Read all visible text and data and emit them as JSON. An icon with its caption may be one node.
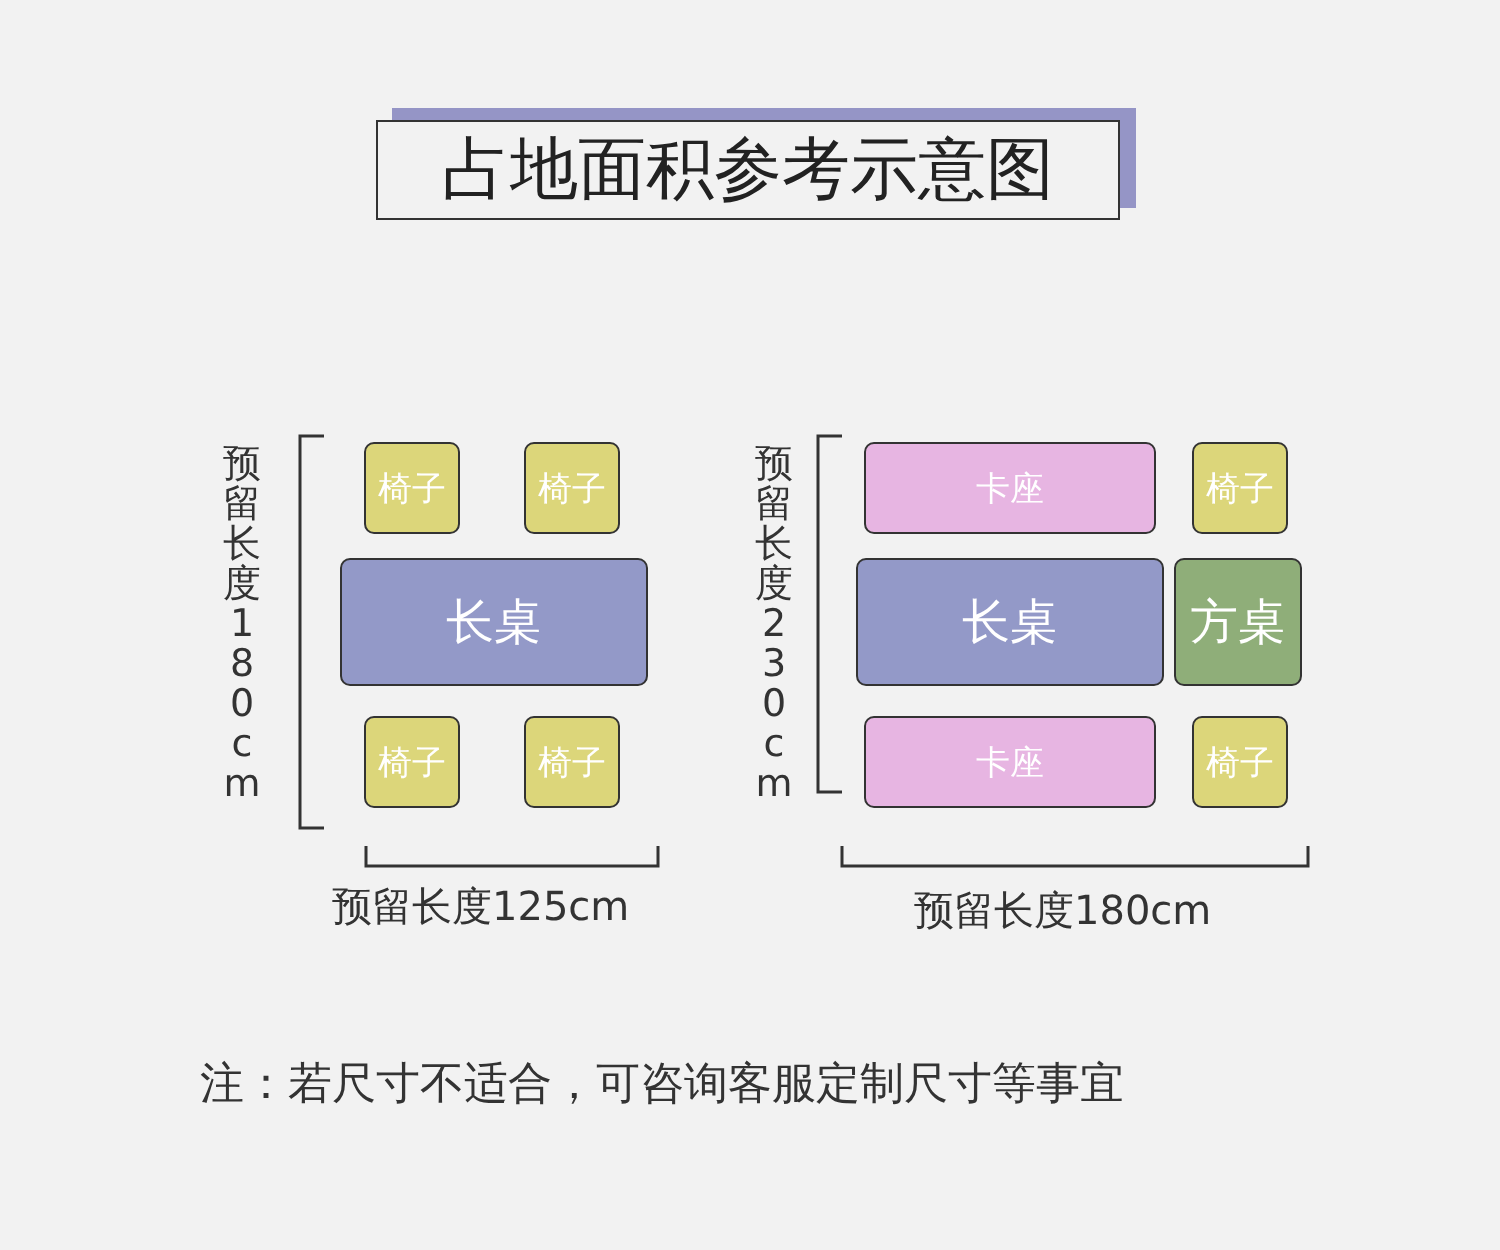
{
  "diagram": {
    "title": "占地面积参考示意图",
    "nodes": [
      {
        "text": [
          "椅子"
        ]
      },
      {
        "text": [
          "椅子"
        ]
      },
      {
        "text": [
          "长桌"
        ]
      },
      {
        "text": [
          "椅子"
        ]
      },
      {
        "text": [
          "椅子"
        ]
      },
      {
        "text": [
          "卡座"
        ]
      },
      {
        "text": [
          "椅子"
        ]
      },
      {
        "text": [
          "长桌"
        ]
      },
      {
        "text": [
          "方桌"
        ]
      },
      {
        "text": [
          "卡座"
        ]
      },
      {
        "text": [
          "椅子"
        ]
      }
    ],
    "labels": [
      "预留长度180cm",
      "预留长度125cm",
      "预留长度230cm",
      "预留长度180cm",
      "注：若尺寸不适合，可咨询客服定制尺寸等事宜"
    ]
  }
}
